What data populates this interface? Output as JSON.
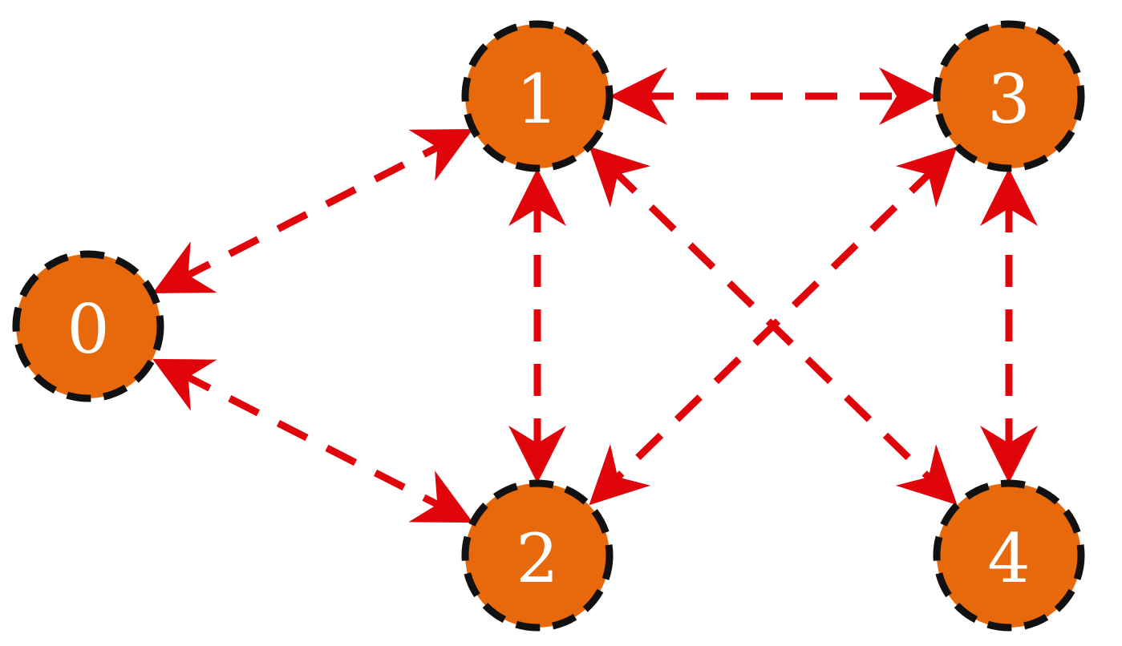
{
  "colors": {
    "node_fill": "#e8690b",
    "node_border": "#111111",
    "edge": "#e0040b",
    "label": "#ffffff"
  },
  "nodes": [
    {
      "id": "0",
      "label": "0"
    },
    {
      "id": "1",
      "label": "1"
    },
    {
      "id": "2",
      "label": "2"
    },
    {
      "id": "3",
      "label": "3"
    },
    {
      "id": "4",
      "label": "4"
    }
  ],
  "edges": [
    {
      "from": "0",
      "to": "1",
      "direction": "both"
    },
    {
      "from": "0",
      "to": "2",
      "direction": "both"
    },
    {
      "from": "1",
      "to": "2",
      "direction": "both"
    },
    {
      "from": "1",
      "to": "3",
      "direction": "both"
    },
    {
      "from": "1",
      "to": "4",
      "direction": "both"
    },
    {
      "from": "3",
      "to": "2",
      "direction": "both"
    },
    {
      "from": "3",
      "to": "4",
      "direction": "both"
    }
  ]
}
